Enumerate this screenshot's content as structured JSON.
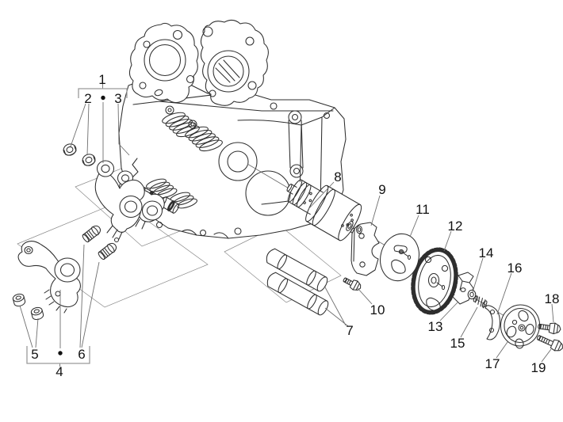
{
  "figure": {
    "type": "exploded-parts-diagram",
    "subject": "engine cylinder head - rocker arms, camshaft and timing sprocket assembly",
    "background_color": "#ffffff",
    "line_color": "#2e2e2e",
    "leader_line_color": "#6e6e6e",
    "label_color": "#111111"
  },
  "callouts": [
    {
      "label": "1"
    },
    {
      "label": "2"
    },
    {
      "label": "3"
    },
    {
      "label": "4"
    },
    {
      "label": "5"
    },
    {
      "label": "6"
    },
    {
      "label": "7"
    },
    {
      "label": "8"
    },
    {
      "label": "9"
    },
    {
      "label": "10"
    },
    {
      "label": "11"
    },
    {
      "label": "12"
    },
    {
      "label": "13"
    },
    {
      "label": "14"
    },
    {
      "label": "15"
    },
    {
      "label": "16"
    },
    {
      "label": "17"
    },
    {
      "label": "18"
    },
    {
      "label": "19"
    }
  ],
  "groups": [
    {
      "group_label": "1",
      "member_labels": [
        "2",
        "3"
      ]
    },
    {
      "group_label": "4",
      "member_labels": [
        "5",
        "6"
      ]
    }
  ]
}
